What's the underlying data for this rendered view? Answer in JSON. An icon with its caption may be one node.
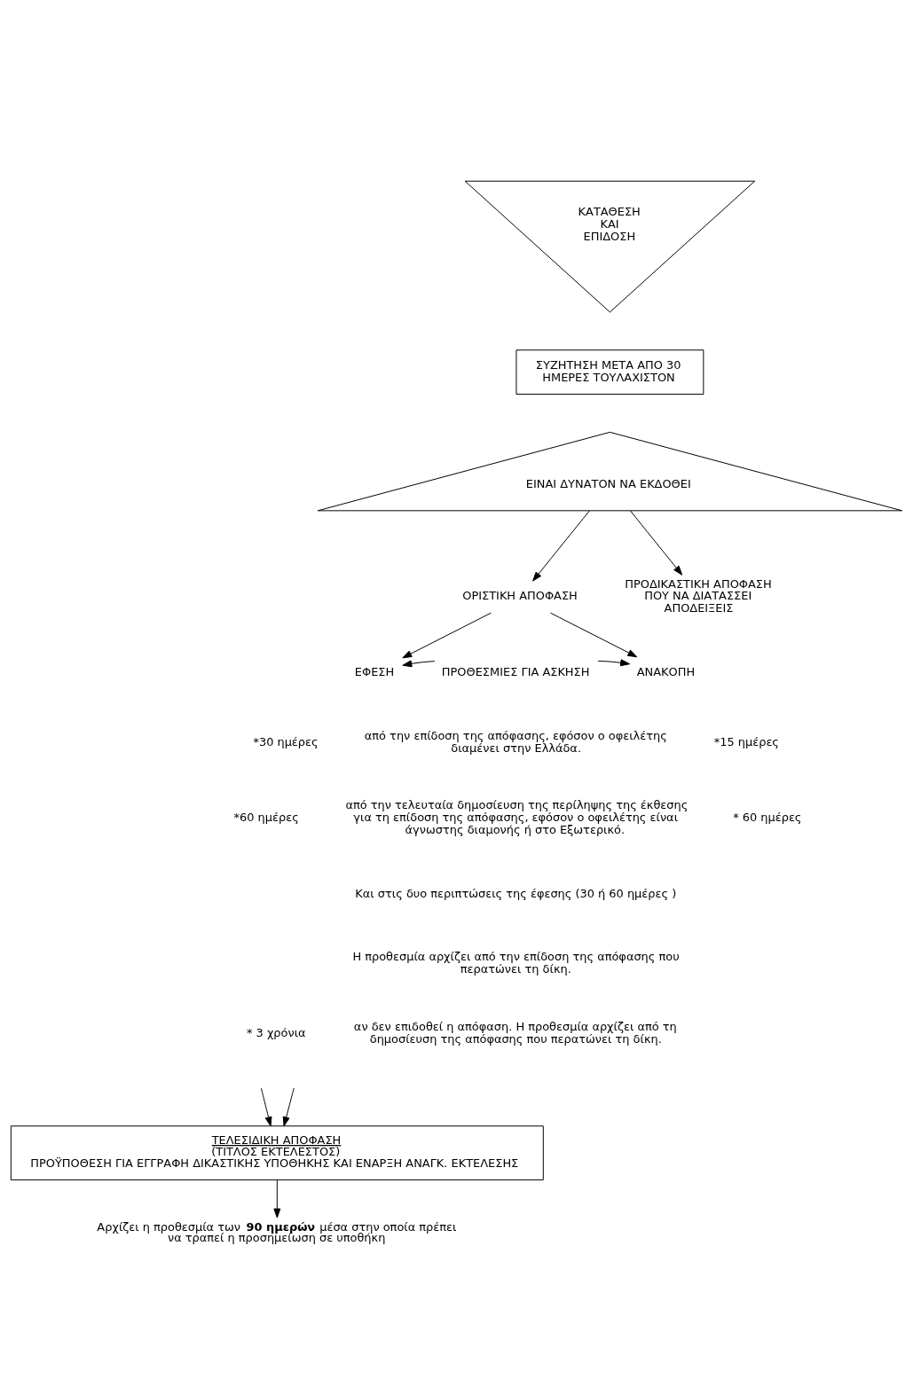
{
  "diagram": {
    "nodes": [
      {
        "text": [
          "ΚΑΤΑΘΕΣΗ ΚΑΙ ΕΠΙΔΟΣΗ"
        ]
      },
      {
        "text": [
          "ΣΥΖΗΤΗΣΗ ΜΕΤΑ ΑΠΟ 30 ΗΜΕΡΕΣ ΤΟΥΛΑΧΙΣΤΟΝ"
        ]
      },
      {
        "text": [
          "ΕΙΝΑΙ ΔΥΝΑΤΟΝ ΝΑ ΕΚΔΟΘΕΙ"
        ]
      },
      {
        "text": [
          "ΟΡΙΣΤΙΚΗ ΑΠΟΦΑΣΗ"
        ]
      },
      {
        "text": [
          "ΠΡΟΔΙΚΑΣΤΙΚΗ ΑΠΟΦΑΣΗ ΠΟΥ ΝΑ ΔΙΑΤΑΣΣΕΙ ΑΠΟΔΕΙΞΕΙΣ"
        ]
      },
      {
        "text": [
          "ΕΦΕΣΗ"
        ]
      },
      {
        "text": [
          "ΠΡΟΘΕΣΜΙΕΣ ΓΙΑ ΑΣΚΗΣΗ"
        ]
      },
      {
        "text": [
          "ΑΝΑΚΟΠΗ"
        ]
      },
      {
        "text": [
          "ΤΕΛΕΣΙΔΙΚΗ ΑΠΟΦΑΣΗ",
          "(ΤΙΤΛΟΣ ΕΚΤΕΛΕΣΤΟΣ)",
          "ΠΡΟΫΠΟΘΕΣΗ ΓΙΑ ΕΓΓΡΑΦΗ ΔΙΚΑΣΤΙΚΗΣ ΥΠΟΘΗΚΗΣ ΚΑΙ ΕΝΑΡΞΗ ΑΝΑΓΚ. ΕΚΤΕΛΕΣΗΣ"
        ]
      },
      {
        "text": [
          "Αρχίζει η προθεσμία των **90 ημερών** μέσα στην οποία πρέπει να τραπεί η προσημείωση σε υποθήκη"
        ]
      }
    ],
    "edges": [
      {
        "from": 2,
        "to": 3,
        "arrow": "to"
      },
      {
        "from": 2,
        "to": 4,
        "arrow": "to"
      },
      {
        "from": 3,
        "to": 5,
        "arrow": "to"
      },
      {
        "from": 3,
        "to": 7,
        "arrow": "to"
      },
      {
        "from": 6,
        "to": 5,
        "arrow": "to"
      },
      {
        "from": 6,
        "to": 7,
        "arrow": "to"
      },
      {
        "from": null,
        "to": 8,
        "arrow": "to"
      },
      {
        "from": null,
        "to": 8,
        "arrow": "to"
      },
      {
        "from": 8,
        "to": 9,
        "arrow": "to"
      }
    ],
    "labels": [
      "*30 ημέρες",
      "από την επίδοση της απόφασης, εφόσον ο οφειλέτης διαμένει στην Ελλάδα.",
      "*15 ημέρες",
      "*60 ημέρες",
      "από την τελευταία δημοσίευση της περίληψης της έκθεσης για τη επίδοση της απόφασης, εφόσον ο οφειλέτης είναι άγνωστης διαμονής ή στο Εξωτερικό.",
      "* 60 ημέρες",
      "Και στις δυο περιπτώσεις της έφεσης (30 ή 60 ημέρες )",
      "Η προθεσμία αρχίζει από την επίδοση της απόφασης που περατώνει τη δίκη.",
      "* 3 χρόνια",
      "αν δεν επιδοθεί η απόφαση. Η προθεσμία αρχίζει από τη δημοσίευση της απόφασης που περατώνει τη δίκη."
    ]
  }
}
